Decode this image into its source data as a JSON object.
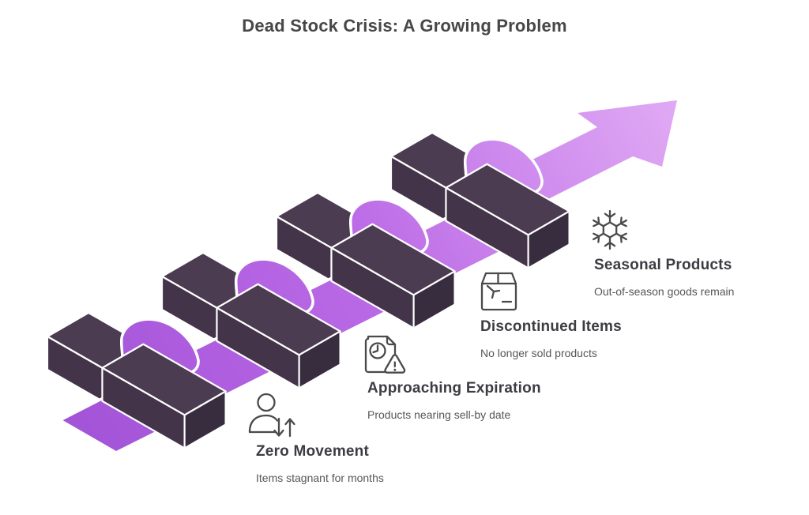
{
  "title": "Dead Stock Crisis: A Growing Problem",
  "items": [
    {
      "heading": "Zero Movement",
      "description": "Items stagnant for months",
      "icon": "person-arrows-icon"
    },
    {
      "heading": "Approaching Expiration",
      "description": "Products nearing sell-by date",
      "icon": "document-clock-warning-icon"
    },
    {
      "heading": "Discontinued Items",
      "description": "No longer sold products",
      "icon": "package-box-icon"
    },
    {
      "heading": "Seasonal Products",
      "description": "Out-of-season goods remain",
      "icon": "snowflake-icon"
    }
  ],
  "colors": {
    "background": "#ffffff",
    "ribbon_start": "#a152d6",
    "ribbon_mid": "#bb6ae6",
    "ribbon_end": "#e0aaf4",
    "block_top": "#4b3c51",
    "block_front": "#433449",
    "block_side": "#382d3f",
    "edge_highlight": "#ffffff",
    "title_color": "#474747",
    "heading_color": "#3c3c42",
    "description_color": "#56565c",
    "icon_color": "#4a4a4a"
  }
}
